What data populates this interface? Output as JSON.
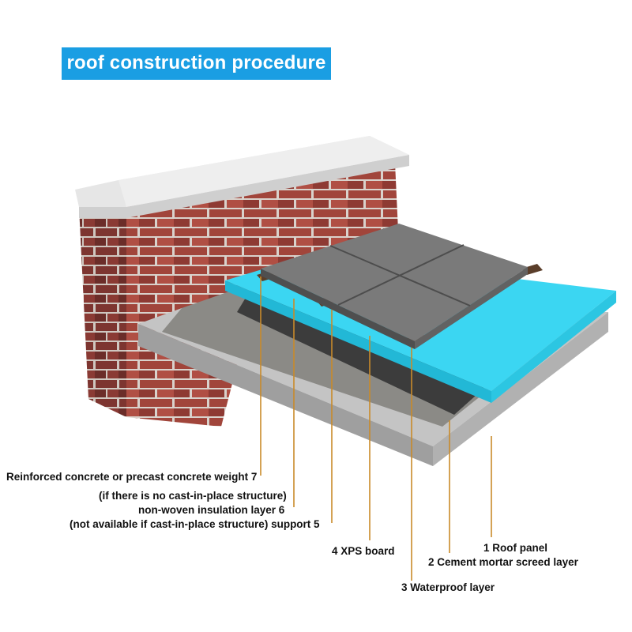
{
  "title": "roof construction procedure",
  "labels": {
    "l7": "Reinforced concrete or precast concrete weight 7",
    "l7b": "(if there is no cast-in-place structure)",
    "l6": "non-woven insulation layer 6",
    "l5": "(not available if cast-in-place structure) support 5",
    "l4": "4 XPS board",
    "l1": "1 Roof panel",
    "l2": "2 Cement mortar screed layer",
    "l3": "3 Waterproof layer"
  },
  "colors": {
    "banner": "#1a9ee3",
    "xps": "#3bd6f2",
    "leader": "#c98a2a",
    "brick": "#a1453b",
    "concrete": "#b9b9b9",
    "membrane": "#3c3c3c",
    "tile": "#7a7a7a"
  }
}
